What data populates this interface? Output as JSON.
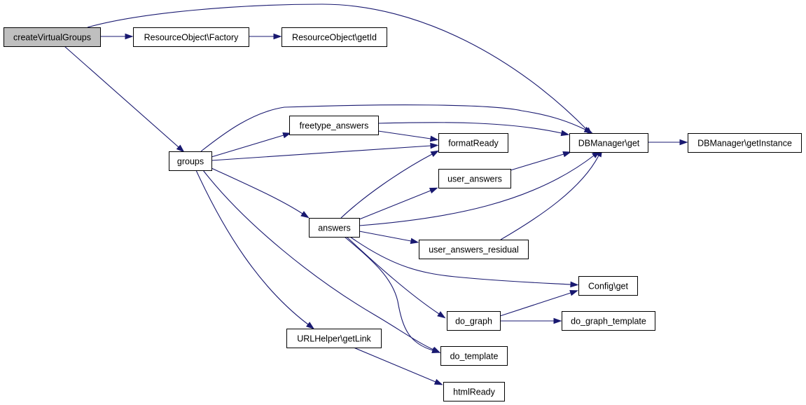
{
  "colors": {
    "edge": "#191970",
    "root_fill": "#bfbfbf",
    "node_fill": "#ffffff",
    "node_stroke": "#000000"
  },
  "nodes": [
    {
      "id": "createVirtualGroups",
      "label": "createVirtualGroups",
      "root": true
    },
    {
      "id": "factory",
      "label": "ResourceObject\\Factory"
    },
    {
      "id": "getId",
      "label": "ResourceObject\\getId"
    },
    {
      "id": "dbget",
      "label": "DBManager\\get"
    },
    {
      "id": "dbinstance",
      "label": "DBManager\\getInstance"
    },
    {
      "id": "groups",
      "label": "groups"
    },
    {
      "id": "freetype",
      "label": "freetype_answers"
    },
    {
      "id": "formatReady",
      "label": "formatReady"
    },
    {
      "id": "user_answers",
      "label": "user_answers"
    },
    {
      "id": "answers",
      "label": "answers"
    },
    {
      "id": "uar",
      "label": "user_answers_residual"
    },
    {
      "id": "configget",
      "label": "Config\\get"
    },
    {
      "id": "do_graph",
      "label": "do_graph"
    },
    {
      "id": "do_graph_template",
      "label": "do_graph_template"
    },
    {
      "id": "urlhelper",
      "label": "URLHelper\\getLink"
    },
    {
      "id": "do_template",
      "label": "do_template"
    },
    {
      "id": "htmlReady",
      "label": "htmlReady"
    }
  ],
  "edges": [
    {
      "from": "createVirtualGroups",
      "to": "factory"
    },
    {
      "from": "factory",
      "to": "getId"
    },
    {
      "from": "createVirtualGroups",
      "to": "dbget"
    },
    {
      "from": "createVirtualGroups",
      "to": "groups"
    },
    {
      "from": "dbget",
      "to": "dbinstance"
    },
    {
      "from": "groups",
      "to": "dbget"
    },
    {
      "from": "groups",
      "to": "freetype"
    },
    {
      "from": "groups",
      "to": "formatReady"
    },
    {
      "from": "groups",
      "to": "answers"
    },
    {
      "from": "groups",
      "to": "urlhelper"
    },
    {
      "from": "groups",
      "to": "do_template"
    },
    {
      "from": "freetype",
      "to": "dbget"
    },
    {
      "from": "freetype",
      "to": "formatReady"
    },
    {
      "from": "user_answers",
      "to": "dbget"
    },
    {
      "from": "answers",
      "to": "formatReady"
    },
    {
      "from": "answers",
      "to": "user_answers"
    },
    {
      "from": "answers",
      "to": "dbget"
    },
    {
      "from": "answers",
      "to": "uar"
    },
    {
      "from": "answers",
      "to": "configget"
    },
    {
      "from": "answers",
      "to": "do_graph"
    },
    {
      "from": "answers",
      "to": "do_template"
    },
    {
      "from": "uar",
      "to": "dbget"
    },
    {
      "from": "do_graph",
      "to": "configget"
    },
    {
      "from": "do_graph",
      "to": "do_graph_template"
    },
    {
      "from": "urlhelper",
      "to": "htmlReady"
    }
  ]
}
